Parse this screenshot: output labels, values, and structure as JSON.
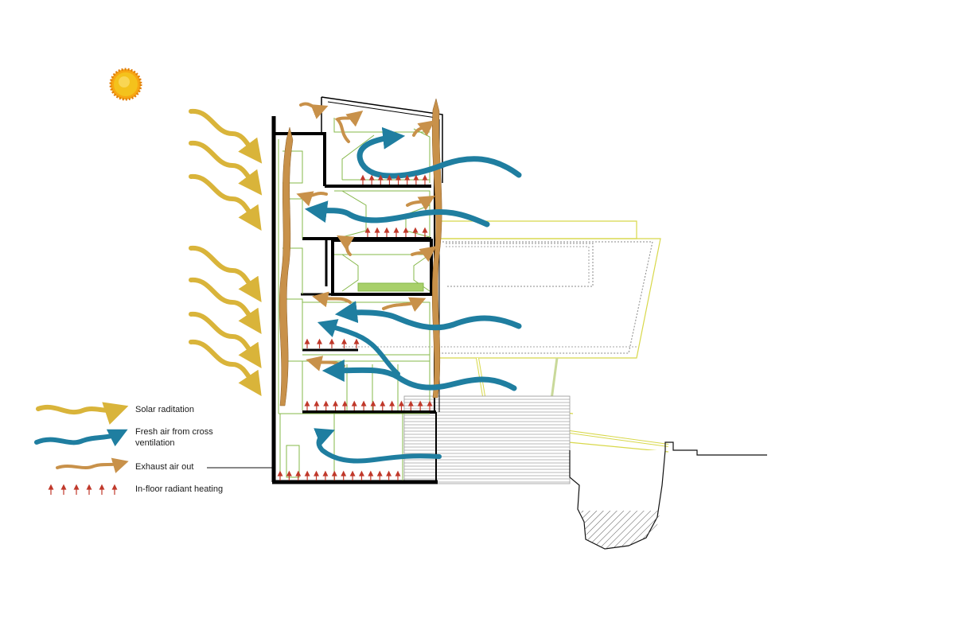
{
  "legend": {
    "solar": "Solar raditation",
    "fresh_air_line1": "Fresh air from cross",
    "fresh_air_line2": "ventilation",
    "exhaust": "Exhaust air out",
    "heating": "In-floor radiant heating"
  },
  "colors": {
    "solar": "#d9b43a",
    "fresh_air": "#1f7ea0",
    "exhaust": "#c8914a",
    "heating": "#c0392b",
    "structure": "#000000",
    "glazing": "#d8d84a",
    "interior_lines": "#86b84a",
    "sun": "#f4c21c"
  },
  "icons": {
    "sun": "sun-icon",
    "solar_arrow": "solar-arrow-icon",
    "fresh_air_arrow": "fresh-air-arrow-icon",
    "exhaust_arrow": "exhaust-arrow-icon",
    "heating_arrow": "heating-arrow-icon"
  }
}
